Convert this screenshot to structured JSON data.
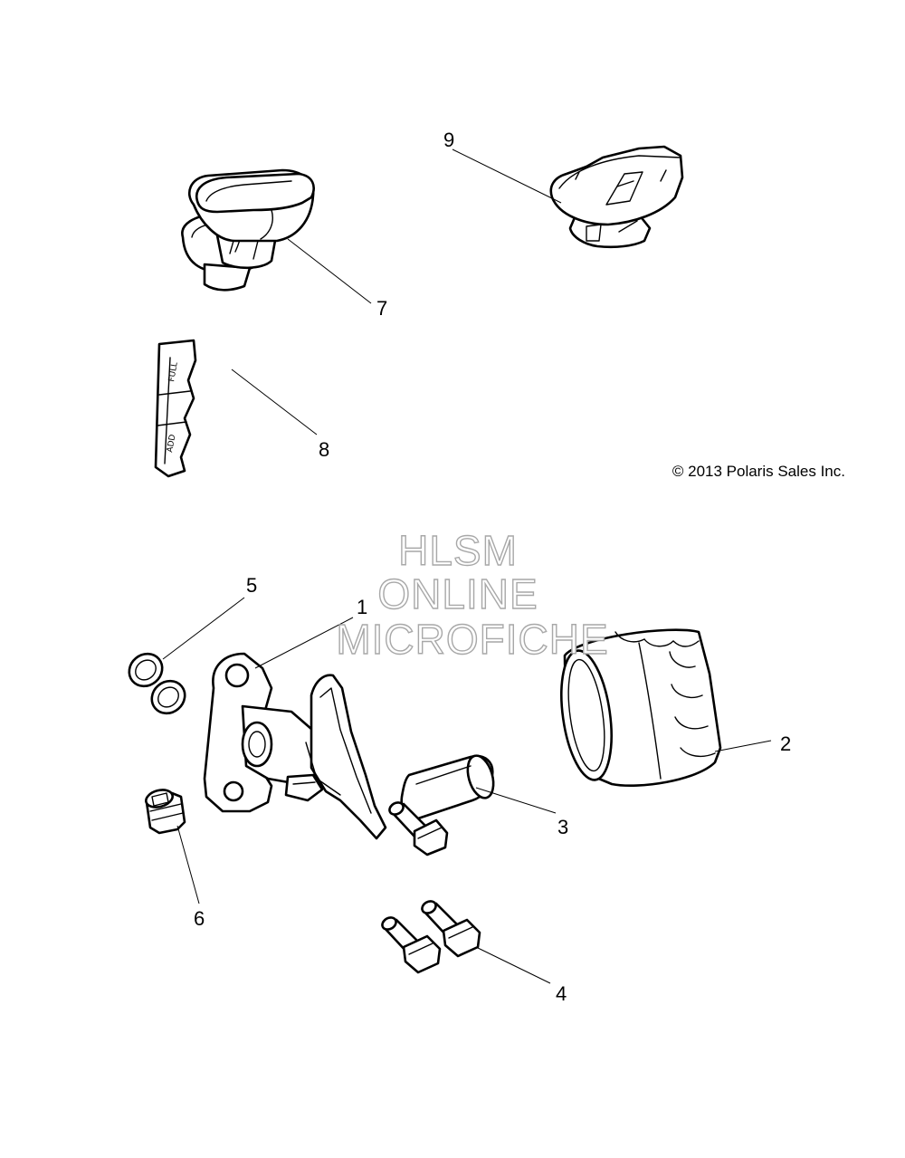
{
  "copyright": "© 2013 Polaris Sales Inc.",
  "watermark": {
    "line1": "HLSM",
    "line2": "ONLINE",
    "line3": "MICROFICHE"
  },
  "callouts": [
    {
      "id": "1",
      "label": "1"
    },
    {
      "id": "2",
      "label": "2"
    },
    {
      "id": "3",
      "label": "3"
    },
    {
      "id": "4",
      "label": "4"
    },
    {
      "id": "5",
      "label": "5"
    },
    {
      "id": "6",
      "label": "6"
    },
    {
      "id": "7",
      "label": "7"
    },
    {
      "id": "8",
      "label": "8"
    },
    {
      "id": "9",
      "label": "9"
    }
  ]
}
